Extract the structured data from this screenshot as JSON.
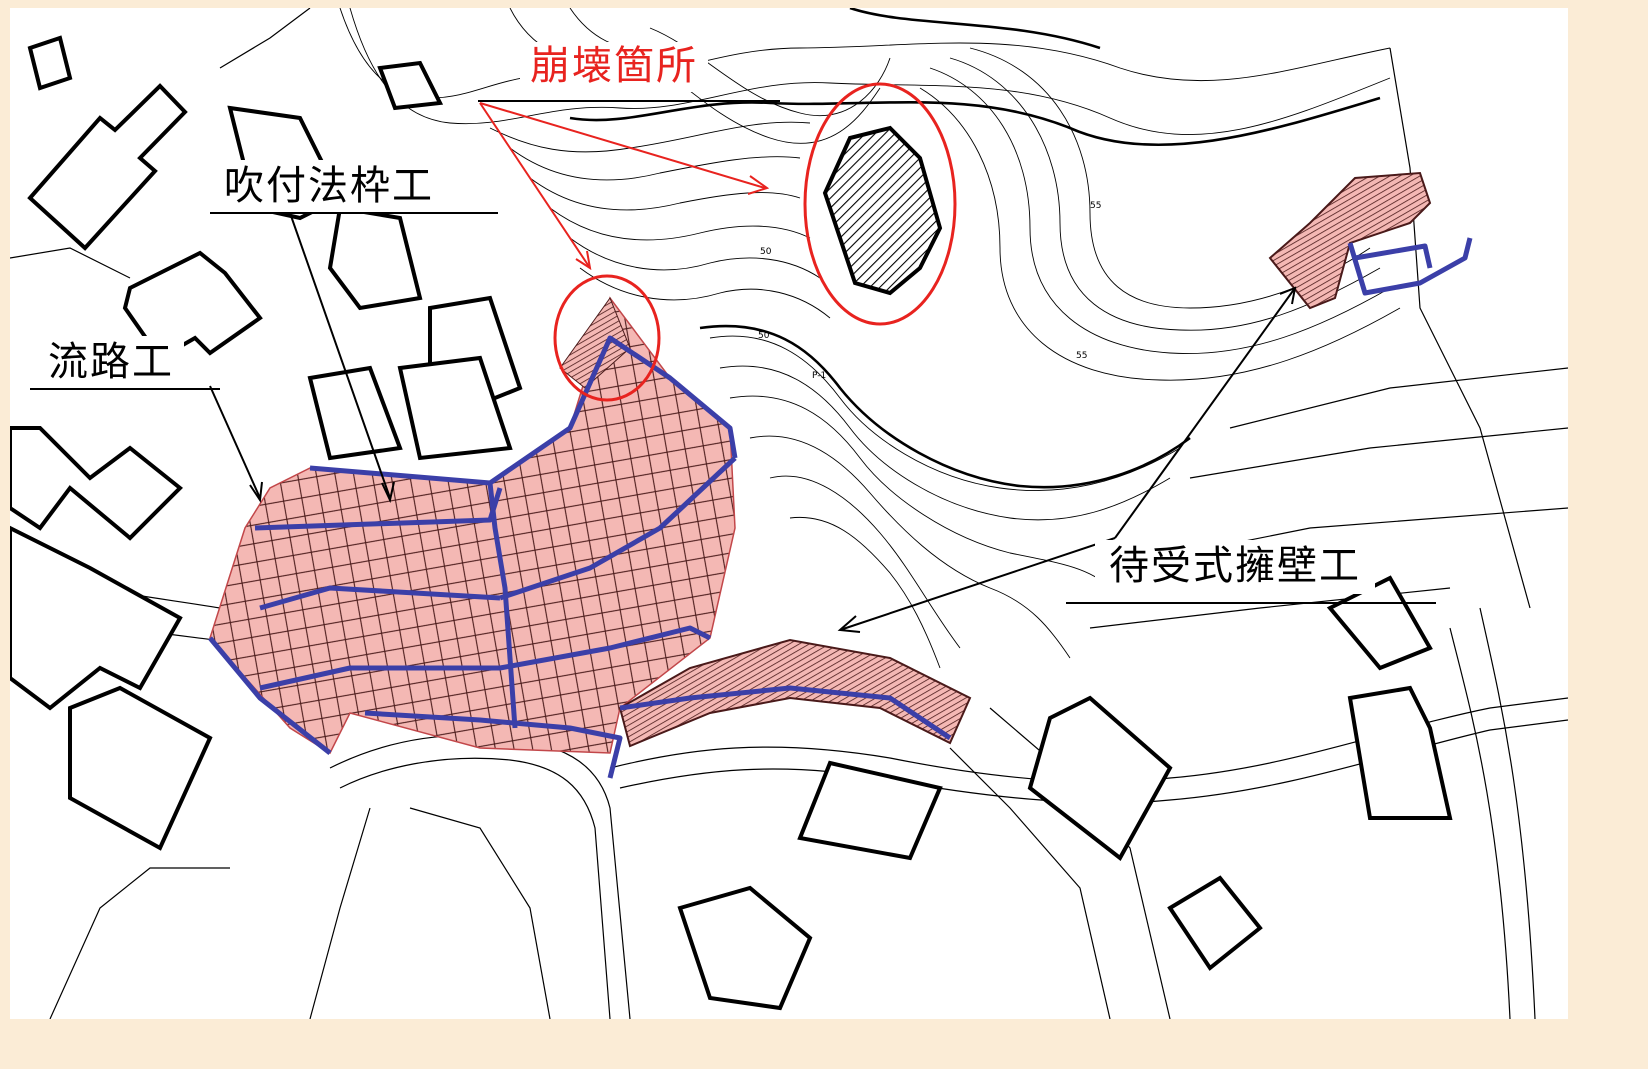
{
  "labels": {
    "collapse_site": "崩壊箇所",
    "spray_frame": "吹付法枠工",
    "channel_work": "流路工",
    "retaining_wall": "待受式擁壁工"
  },
  "map_marks": {
    "contour_values": [
      "50",
      "50",
      "55",
      "55",
      "P-1"
    ]
  },
  "colors": {
    "background": "#fbecd6",
    "callout_red": "#e8231f",
    "works_fill": "#f4b8b4",
    "channel_blue": "#3b3fa8",
    "hatch_dark": "#4a1a1a",
    "line": "#000000"
  }
}
